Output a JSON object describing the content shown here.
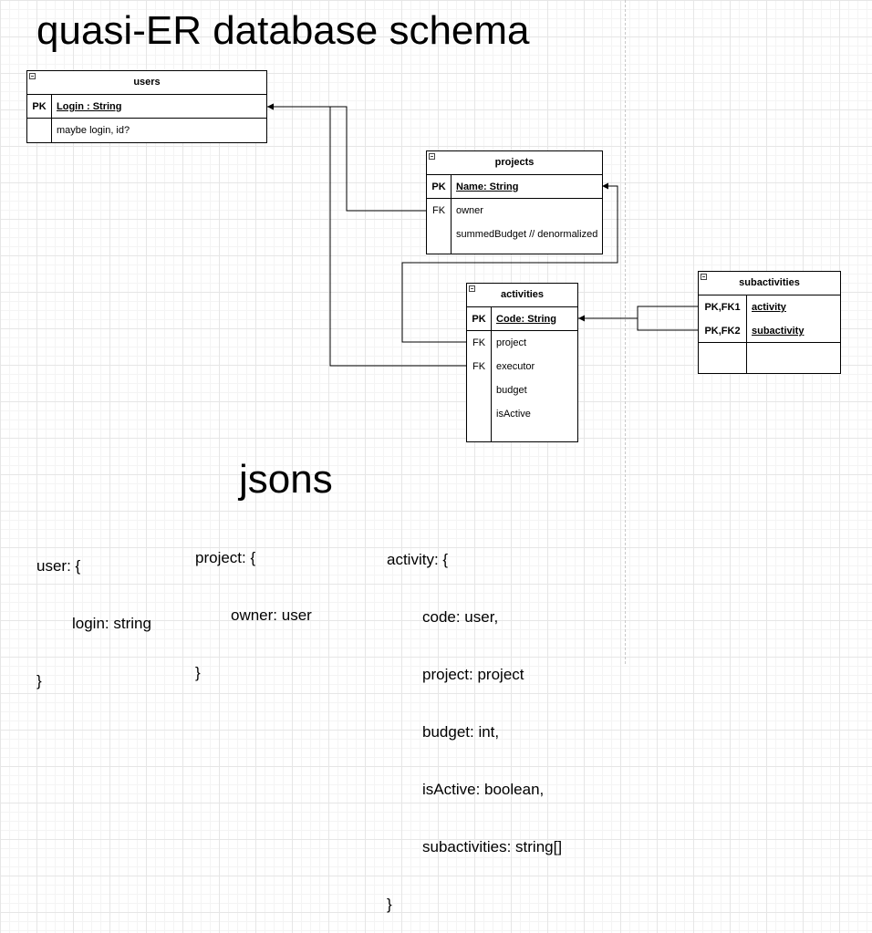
{
  "title": "quasi-ER database schema",
  "jsons_title": "jsons",
  "tables": {
    "users": {
      "name": "users",
      "rows": [
        {
          "key": "PK",
          "field": "Login : String"
        },
        {
          "key": "",
          "field": "maybe login, id?"
        }
      ]
    },
    "projects": {
      "name": "projects",
      "rows": [
        {
          "key": "PK",
          "field": "Name: String"
        },
        {
          "key": "FK",
          "field": "owner"
        },
        {
          "key": "",
          "field": "summedBudget // denormalized"
        }
      ]
    },
    "activities": {
      "name": "activities",
      "rows": [
        {
          "key": "PK",
          "field": "Code: String"
        },
        {
          "key": "FK",
          "field": "project"
        },
        {
          "key": "FK",
          "field": "executor"
        },
        {
          "key": "",
          "field": "budget"
        },
        {
          "key": "",
          "field": "isActive"
        }
      ]
    },
    "subactivities": {
      "name": "subactivities",
      "rows": [
        {
          "key": "PK,FK1",
          "field": "activity"
        },
        {
          "key": "PK,FK2",
          "field": "subactivity"
        }
      ]
    }
  },
  "json_blocks": {
    "user": {
      "open": "user: {",
      "fields": [
        "login: string"
      ],
      "close": "}"
    },
    "project": {
      "open": "project: {",
      "fields": [
        "owner: user"
      ],
      "close": "}"
    },
    "activity": {
      "open": "activity: {",
      "fields": [
        "code: user,",
        "project: project",
        "budget: int,",
        "isActive: boolean,",
        "subactivities: string[]"
      ],
      "close": "}"
    }
  }
}
